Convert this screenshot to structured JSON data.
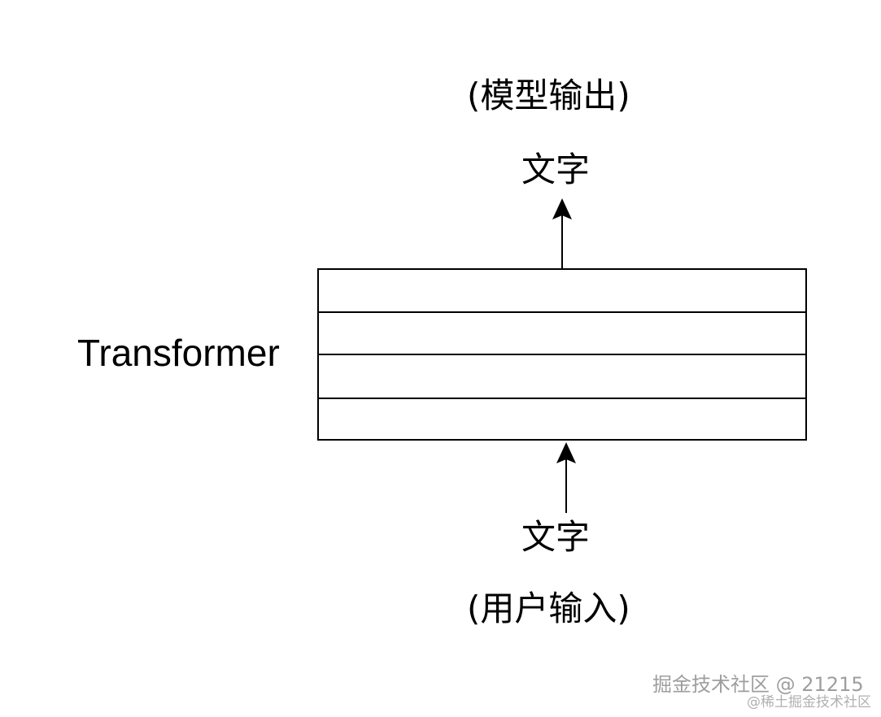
{
  "diagram": {
    "output_note": "(模型输出)",
    "output_text": "文字",
    "model_label": "Transformer",
    "input_text": "文字",
    "input_note": "(用户输入)",
    "layer_count": 4
  },
  "watermark": {
    "main": "掘金技术社区 @ 21215",
    "sub": "@稀土掘金技术社区"
  },
  "colors": {
    "stroke": "#000000",
    "background": "#ffffff",
    "watermark": "#9e9e9e"
  }
}
